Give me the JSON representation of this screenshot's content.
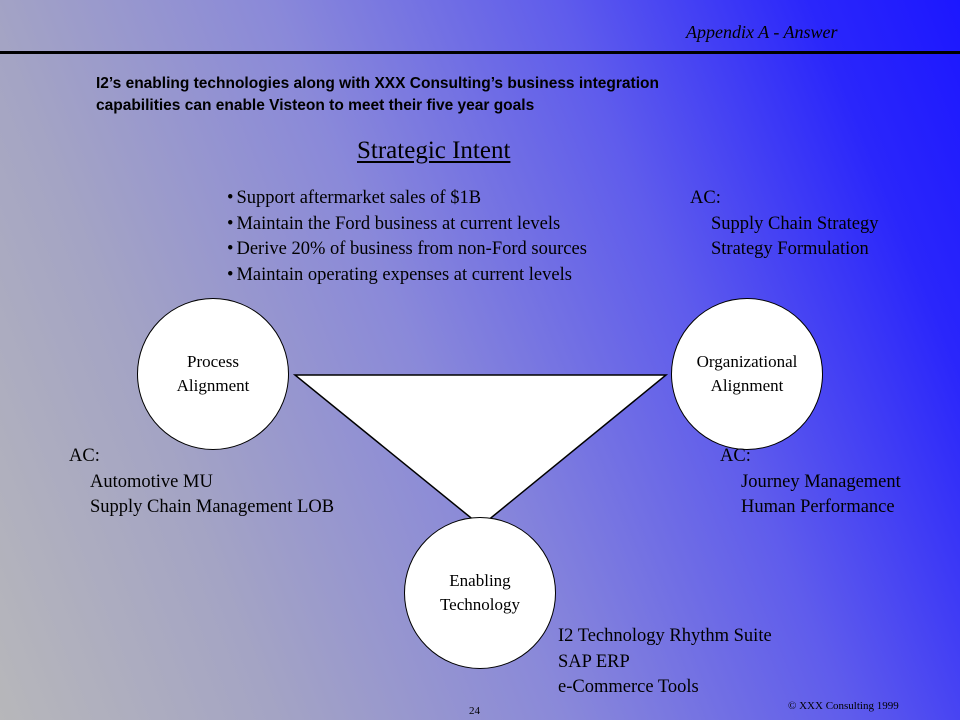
{
  "header": {
    "appendix_label": "Appendix A - Answer",
    "headline_line1": "I2’s enabling technologies along with XXX Consulting’s business integration",
    "headline_line2": "capabilities can enable Visteon to meet their five year goals"
  },
  "section_title": "Strategic Intent",
  "goals": [
    "Support aftermarket sales of $1B",
    "Maintain the Ford business at current levels",
    "Derive 20% of business from non-Ford sources",
    "Maintain operating expenses at current levels"
  ],
  "ac_top_right": {
    "label": "AC:",
    "items": [
      "Supply Chain Strategy",
      "Strategy Formulation"
    ]
  },
  "circles": {
    "process_line1": "Process",
    "process_line2": "Alignment",
    "organizational_line1": "Organizational",
    "organizational_line2": "Alignment",
    "enabling_line1": "Enabling",
    "enabling_line2": "Technology"
  },
  "ac_left": {
    "label": "AC:",
    "items": [
      "Automotive MU",
      "Supply Chain Management LOB"
    ]
  },
  "ac_right": {
    "label": "AC:",
    "items": [
      "Journey Management",
      "Human Performance"
    ]
  },
  "tools": [
    "I2 Technology Rhythm Suite",
    "SAP ERP",
    "e-Commerce Tools"
  ],
  "footer": {
    "page_number": "24",
    "copyright": "© XXX  Consulting 1999"
  },
  "colors": {
    "gradient_left": "#b7b7ba",
    "gradient_right": "#1c17ff",
    "shape_fill": "#ffffff",
    "stroke": "#000000"
  }
}
